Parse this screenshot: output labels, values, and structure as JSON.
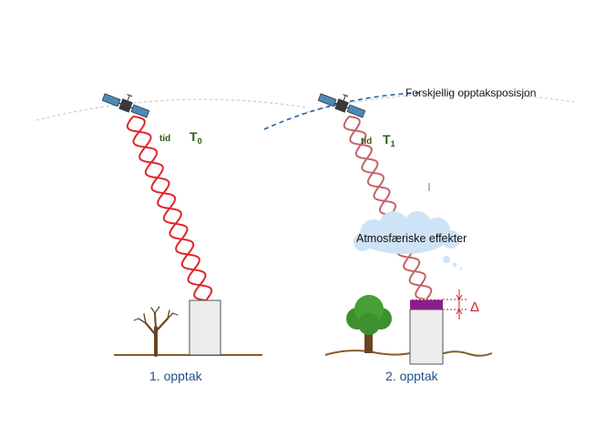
{
  "colors": {
    "signal_strong": "#e0262b",
    "signal_faded": "#c4646a",
    "orbit_dotted": "#c9cdd3",
    "orbit_dashed": "#2a5ea8",
    "ground": "#8a5a2b",
    "building_fill": "#ececec",
    "building_stroke": "#555555",
    "roof_highlight": "#8a1f8a",
    "delta_color": "#cc2222",
    "cloud_fill": "#cfe3f7",
    "tree_green": "#3e8f2e",
    "trunk_brown": "#6b4520",
    "label_green": "#2f5d12"
  },
  "panel1": {
    "time_word": "tid",
    "time_symbol": "T",
    "time_subscript": "0",
    "caption": "1. opptak"
  },
  "panel2": {
    "time_word": "tid",
    "time_symbol": "T",
    "time_subscript": "1",
    "caption": "2. opptak",
    "position_note": "Forskjellig opptaksposisjon",
    "atmosphere_label": "Atmosfæriske effekter",
    "offset_symbol": "Δ"
  },
  "icons": [
    "satellite-icon",
    "bare-tree-icon",
    "leafy-tree-icon",
    "cloud-icon"
  ]
}
